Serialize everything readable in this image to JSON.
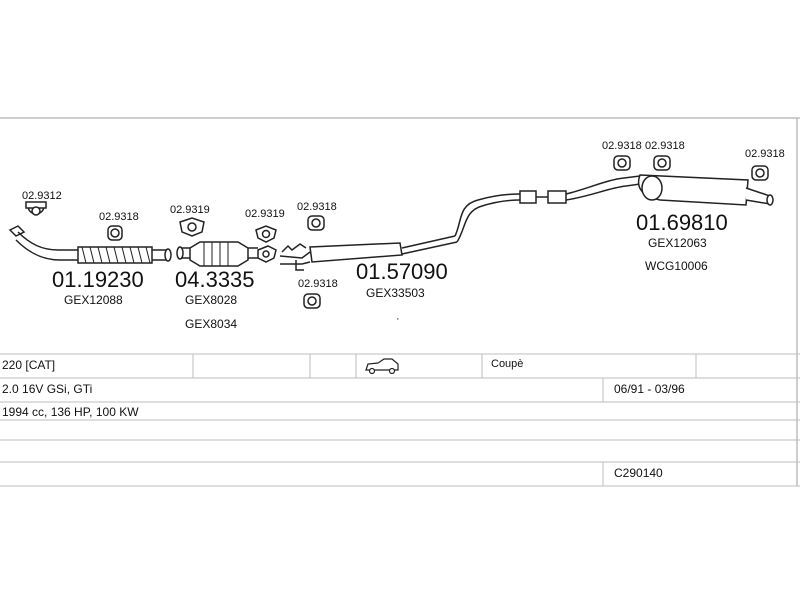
{
  "parts": [
    {
      "number": "01.19230",
      "codes": [
        "GEX12088"
      ]
    },
    {
      "number": "04.3335",
      "codes": [
        "GEX8028",
        "GEX8034"
      ]
    },
    {
      "number": "01.57090",
      "codes": [
        "GEX33503"
      ]
    },
    {
      "number": "01.69810",
      "codes": [
        "GEX12063",
        "WCG10006"
      ]
    }
  ],
  "fittings": {
    "f1": "02.9312",
    "f2": "02.9318",
    "f3": "02.9319",
    "f4": "02.9319",
    "f5": "02.9318",
    "f6": "02.9318",
    "f7": "02.9318",
    "f8": "02.9318",
    "f9": "02.9318"
  },
  "vehicle": {
    "model": "220  [CAT]",
    "body": "Coupè",
    "engine": "2.0 16V GSi, GTi",
    "years": "06/91 - 03/96",
    "specs": "1994 cc, 136 HP, 100 KW",
    "catalog_code": "C290140",
    "body_icon": "car-coupe-icon"
  }
}
